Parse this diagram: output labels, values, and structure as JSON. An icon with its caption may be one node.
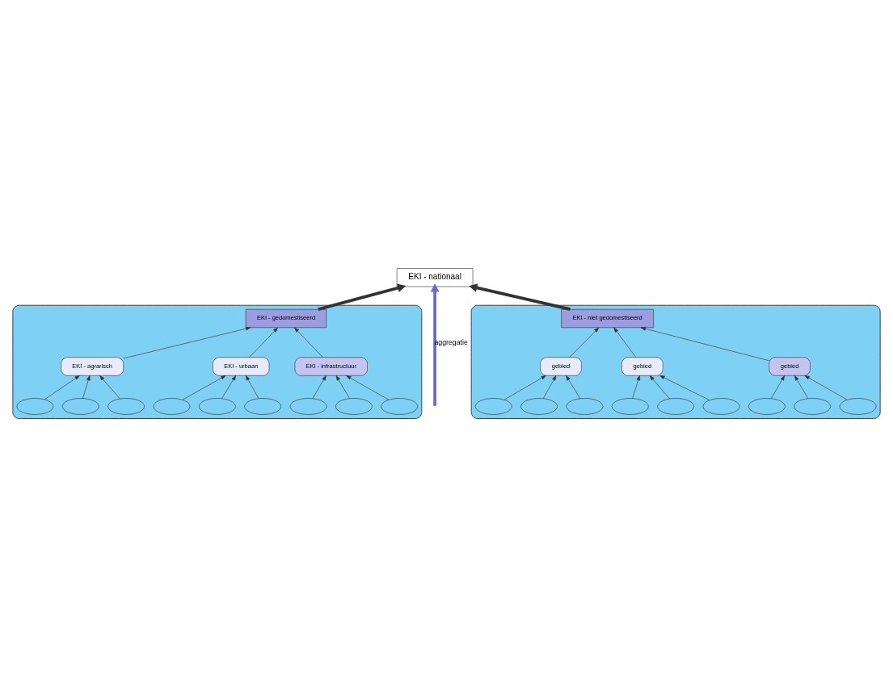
{
  "diagram": {
    "nodes": [
      {
        "text": [
          "EKI - nationaal"
        ]
      },
      {
        "text": [],
        "shape": "box"
      },
      {
        "text": [
          "EKI - gedomestiseerd"
        ],
        "in": 1
      },
      {
        "text": [
          "EKI - infrastructuur"
        ],
        "in": 1
      },
      {
        "text": [],
        "shape": "ellipse",
        "in": 1
      },
      {
        "text": [],
        "shape": "ellipse",
        "in": 1
      },
      {
        "text": [],
        "shape": "ellipse",
        "in": 1
      },
      {
        "text": [
          "EKI - urbaan"
        ],
        "in": 1
      },
      {
        "text": [],
        "shape": "ellipse",
        "in": 1
      },
      {
        "text": [],
        "shape": "ellipse",
        "in": 1
      },
      {
        "text": [],
        "shape": "ellipse",
        "in": 1
      },
      {
        "text": [
          "EKI - agrarisch"
        ],
        "in": 1
      },
      {
        "text": [],
        "shape": "ellipse",
        "in": 1
      },
      {
        "text": [],
        "shape": "ellipse",
        "in": 1
      },
      {
        "text": [],
        "shape": "ellipse",
        "in": 1
      },
      {
        "text": [],
        "shape": "box"
      },
      {
        "text": [
          "EKI - niet gedomestiseerd"
        ],
        "in": 15
      },
      {
        "text": [
          "gebied"
        ],
        "in": 15
      },
      {
        "text": [],
        "shape": "ellipse",
        "in": 15
      },
      {
        "text": [],
        "shape": "ellipse",
        "in": 15
      },
      {
        "text": [],
        "shape": "ellipse",
        "in": 15
      },
      {
        "text": [
          "gebied"
        ],
        "in": 15
      },
      {
        "text": [],
        "shape": "ellipse",
        "in": 15
      },
      {
        "text": [],
        "shape": "ellipse",
        "in": 15
      },
      {
        "text": [],
        "shape": "ellipse",
        "in": 15
      },
      {
        "text": [
          "gebied"
        ],
        "in": 15
      },
      {
        "text": [],
        "shape": "ellipse",
        "in": 15
      },
      {
        "text": [],
        "shape": "ellipse",
        "in": 15
      },
      {
        "text": [],
        "shape": "ellipse",
        "in": 15
      }
    ],
    "edges": [
      {
        "from": 2,
        "to": 0,
        "arrow": "to",
        "style": "thick"
      },
      {
        "from": 16,
        "to": 0,
        "arrow": "to",
        "style": "thick"
      },
      {
        "from": null,
        "to": 0,
        "arrow": "to",
        "label": "aggregatie",
        "style": "thick",
        "color": "#6a6ad0"
      },
      {
        "from": 3,
        "to": 2,
        "arrow": "to"
      },
      {
        "from": 7,
        "to": 2,
        "arrow": "to"
      },
      {
        "from": 11,
        "to": 2,
        "arrow": "to"
      },
      {
        "from": 4,
        "to": 3,
        "arrow": "to"
      },
      {
        "from": 5,
        "to": 3,
        "arrow": "to"
      },
      {
        "from": 6,
        "to": 3,
        "arrow": "to"
      },
      {
        "from": 8,
        "to": 7,
        "arrow": "to"
      },
      {
        "from": 9,
        "to": 7,
        "arrow": "to"
      },
      {
        "from": 10,
        "to": 7,
        "arrow": "to"
      },
      {
        "from": 12,
        "to": 11,
        "arrow": "to"
      },
      {
        "from": 13,
        "to": 11,
        "arrow": "to"
      },
      {
        "from": 14,
        "to": 11,
        "arrow": "to"
      },
      {
        "from": 17,
        "to": 16,
        "arrow": "to"
      },
      {
        "from": 21,
        "to": 16,
        "arrow": "to"
      },
      {
        "from": 25,
        "to": 16,
        "arrow": "to"
      },
      {
        "from": 18,
        "to": 17,
        "arrow": "to"
      },
      {
        "from": 19,
        "to": 17,
        "arrow": "to"
      },
      {
        "from": 20,
        "to": 17,
        "arrow": "to"
      },
      {
        "from": 22,
        "to": 21,
        "arrow": "to"
      },
      {
        "from": 23,
        "to": 21,
        "arrow": "to"
      },
      {
        "from": 24,
        "to": 21,
        "arrow": "to"
      },
      {
        "from": 26,
        "to": 25,
        "arrow": "to"
      },
      {
        "from": 27,
        "to": 25,
        "arrow": "to"
      },
      {
        "from": 28,
        "to": 25,
        "arrow": "to"
      }
    ]
  }
}
